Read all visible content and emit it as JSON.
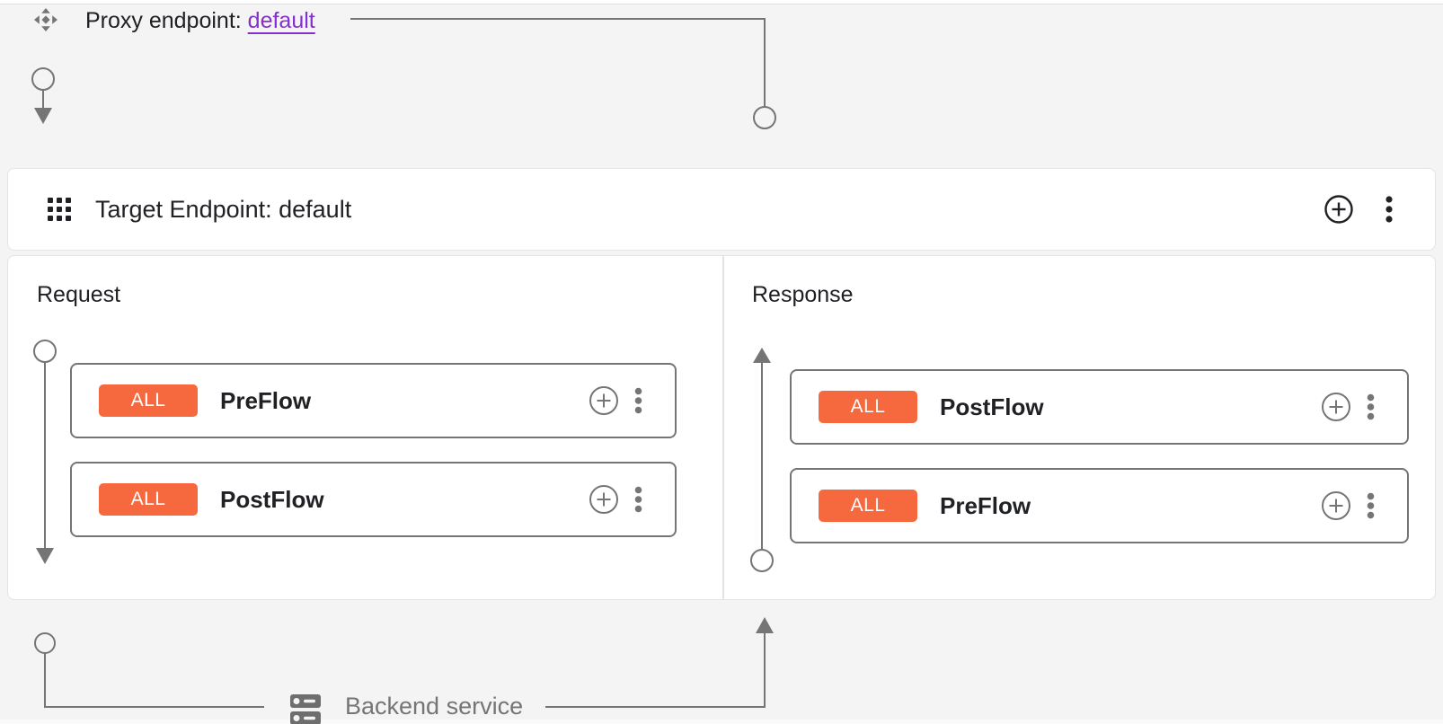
{
  "colors": {
    "background": "#f4f4f4",
    "accent_orange": "#f6693e",
    "link_purple": "#8430ce",
    "connector_gray": "#757575",
    "text_dark": "#202124",
    "text_gray": "#757575"
  },
  "proxy_endpoint": {
    "icon": "proxy-endpoint-icon",
    "label": "Proxy endpoint:",
    "link": "default"
  },
  "target_endpoint": {
    "grid_icon": "grid-icon",
    "title": "Target Endpoint: default",
    "add_icon": "add-icon",
    "menu_icon": "kebab-menu-icon"
  },
  "request_panel": {
    "title": "Request",
    "flows": [
      {
        "badge": "ALL",
        "name": "PreFlow"
      },
      {
        "badge": "ALL",
        "name": "PostFlow"
      }
    ]
  },
  "response_panel": {
    "title": "Response",
    "flows": [
      {
        "badge": "ALL",
        "name": "PostFlow"
      },
      {
        "badge": "ALL",
        "name": "PreFlow"
      }
    ]
  },
  "backend_service": {
    "icon": "backend-service-icon",
    "label": "Backend service"
  }
}
